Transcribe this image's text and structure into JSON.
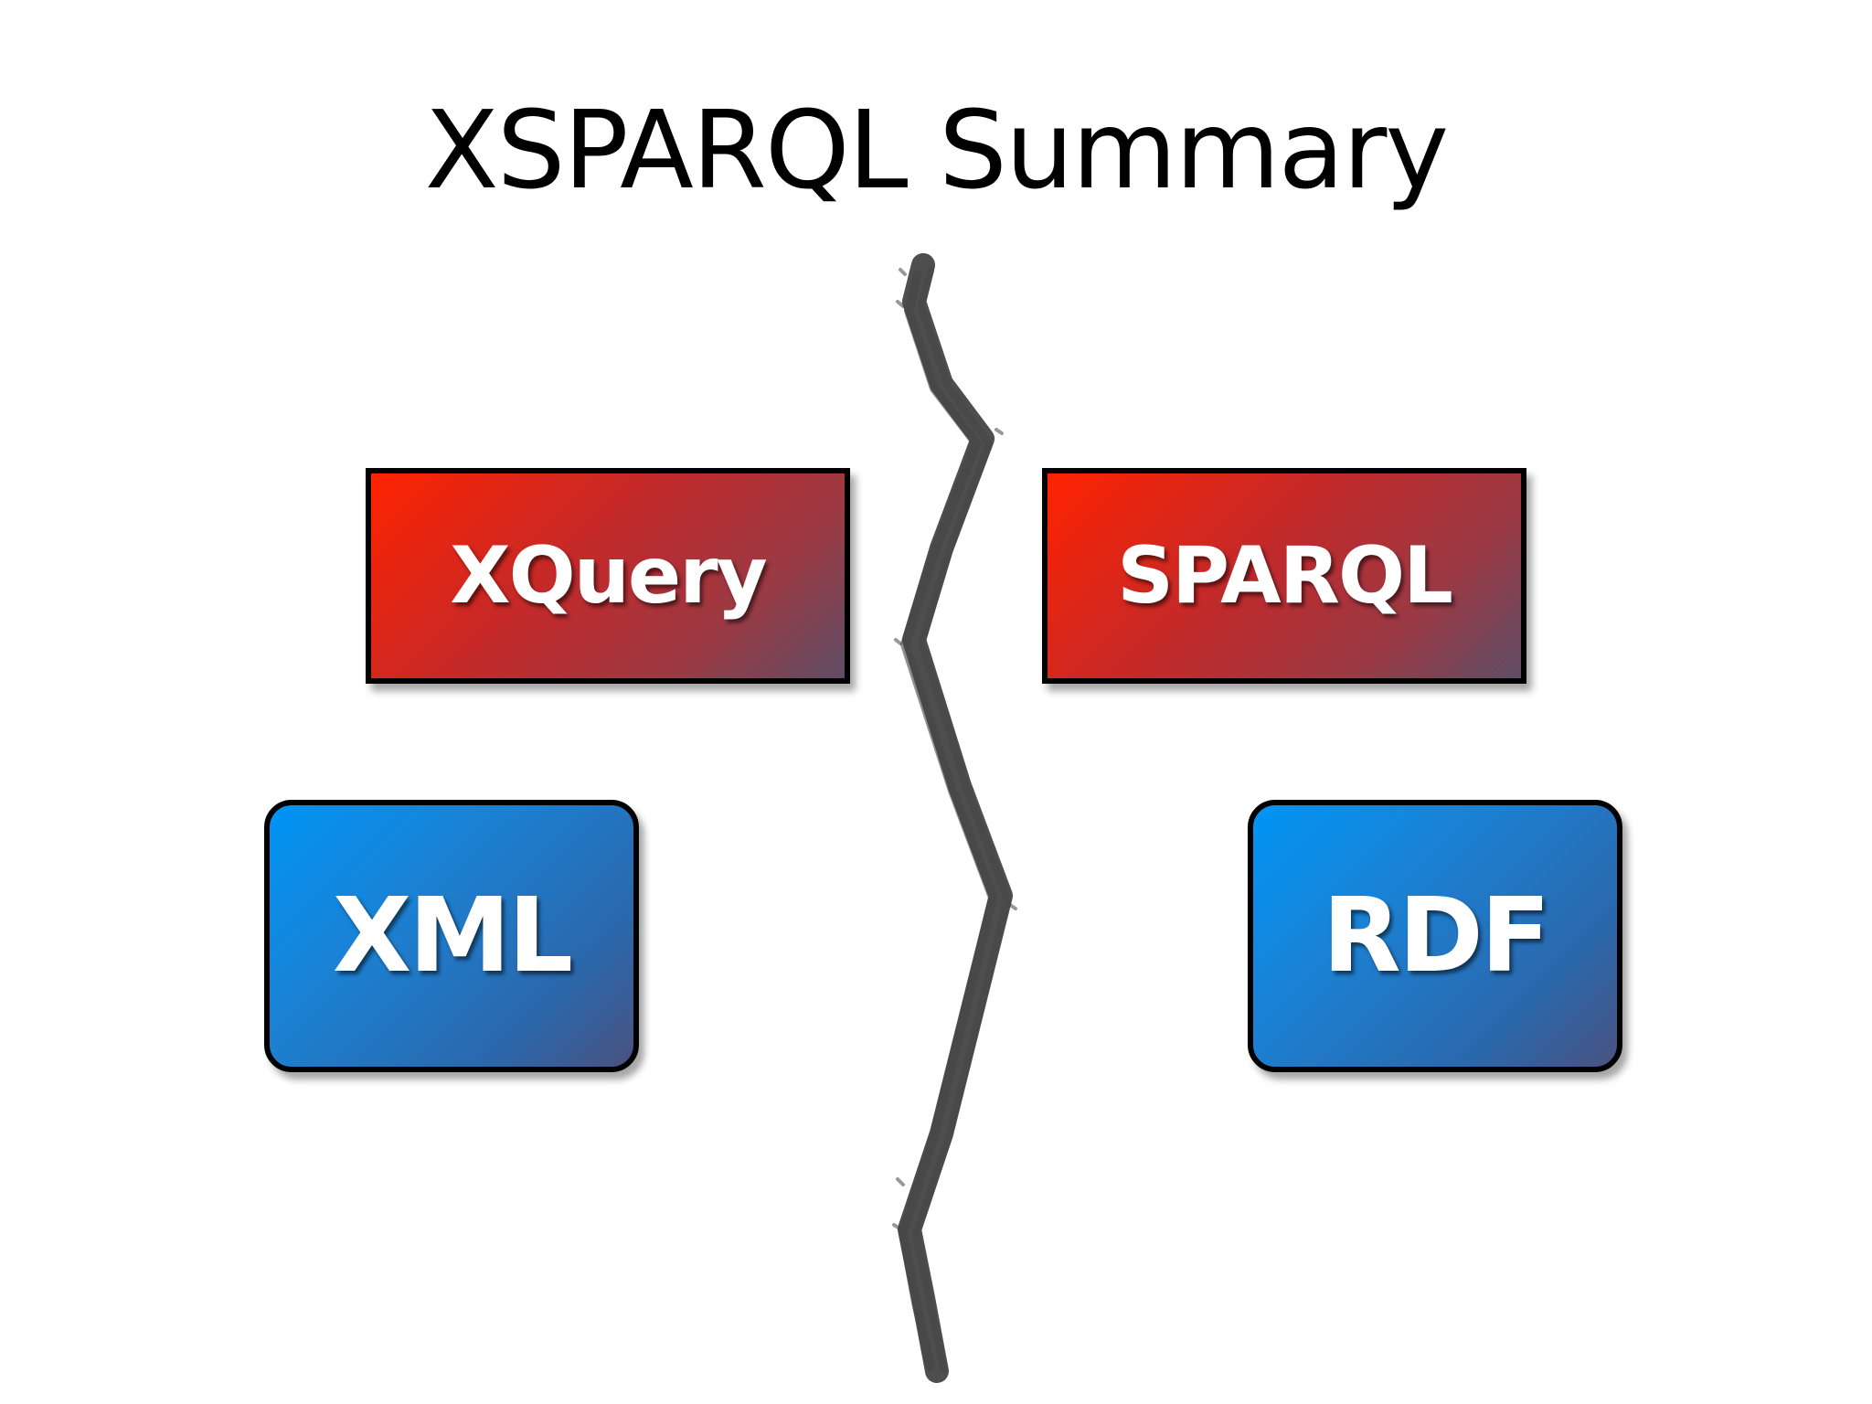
{
  "slide": {
    "title": "XSPARQL Summary"
  },
  "boxes": {
    "xquery": "XQuery",
    "sparql": "SPARQL",
    "xml": "XML",
    "rdf": "RDF"
  },
  "colors": {
    "query_box_gradient": [
      "#ff2200",
      "#c02a2c",
      "#5e4d66"
    ],
    "data_box_gradient": [
      "#0095f5",
      "#1d7fd0",
      "#4a5280"
    ],
    "divider": "#444444",
    "border": "#000000",
    "label_text": "#ffffff"
  },
  "icons": {
    "divider": "jagged-chalk-line"
  }
}
